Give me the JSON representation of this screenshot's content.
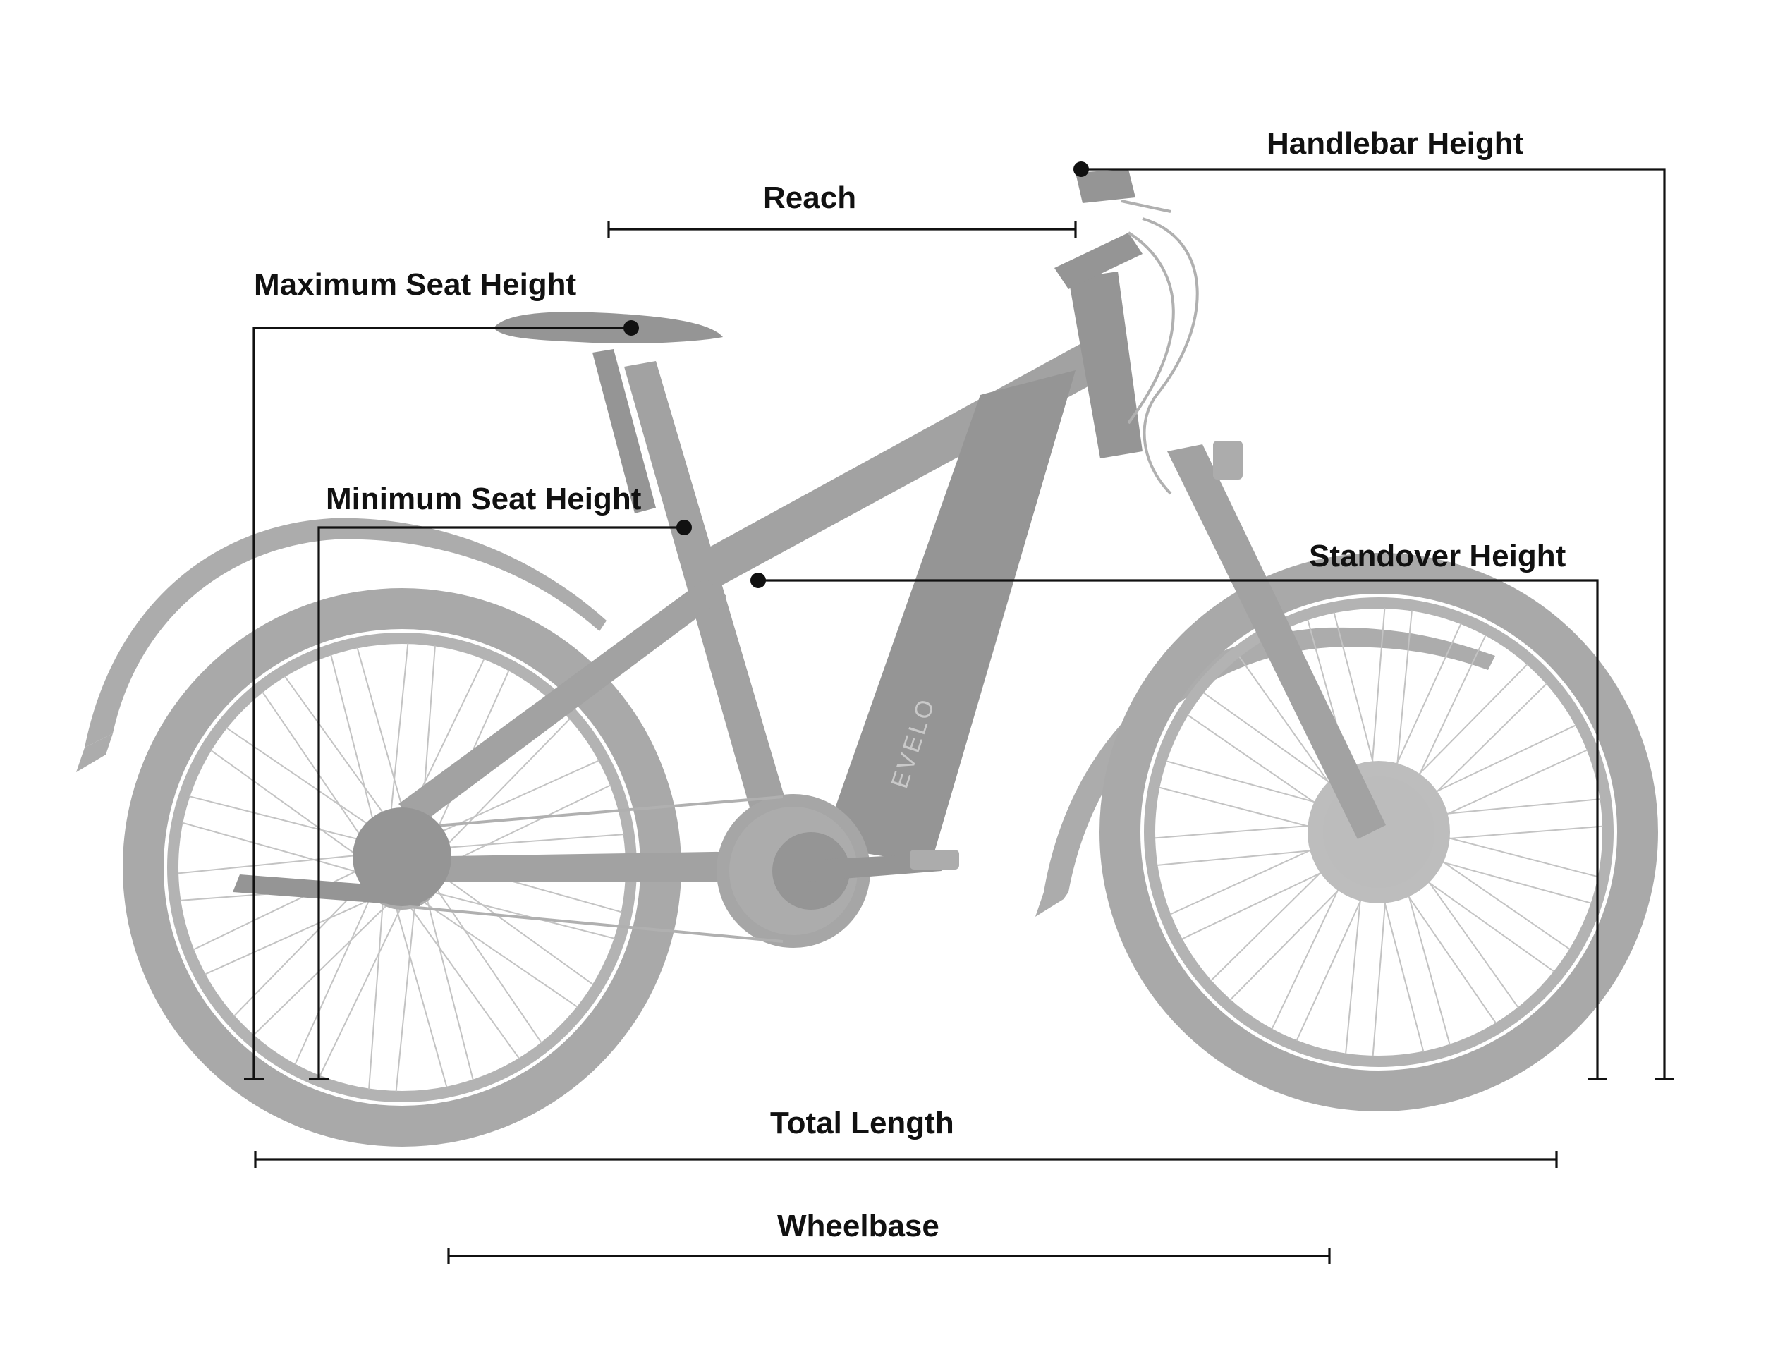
{
  "diagram": {
    "labels": {
      "handlebar_height": "Handlebar Height",
      "reach": "Reach",
      "maximum_seat_height": "Maximum Seat Height",
      "minimum_seat_height": "Minimum Seat Height",
      "standover_height": "Standover Height",
      "total_length": "Total Length",
      "wheelbase": "Wheelbase"
    },
    "bike": {
      "brand_mark": "EVELO",
      "image_style": "grayscale faded side-view e-bike photo"
    },
    "colors": {
      "annotation": "#111111",
      "bike": "#a2a2a2",
      "background": "#ffffff"
    }
  }
}
